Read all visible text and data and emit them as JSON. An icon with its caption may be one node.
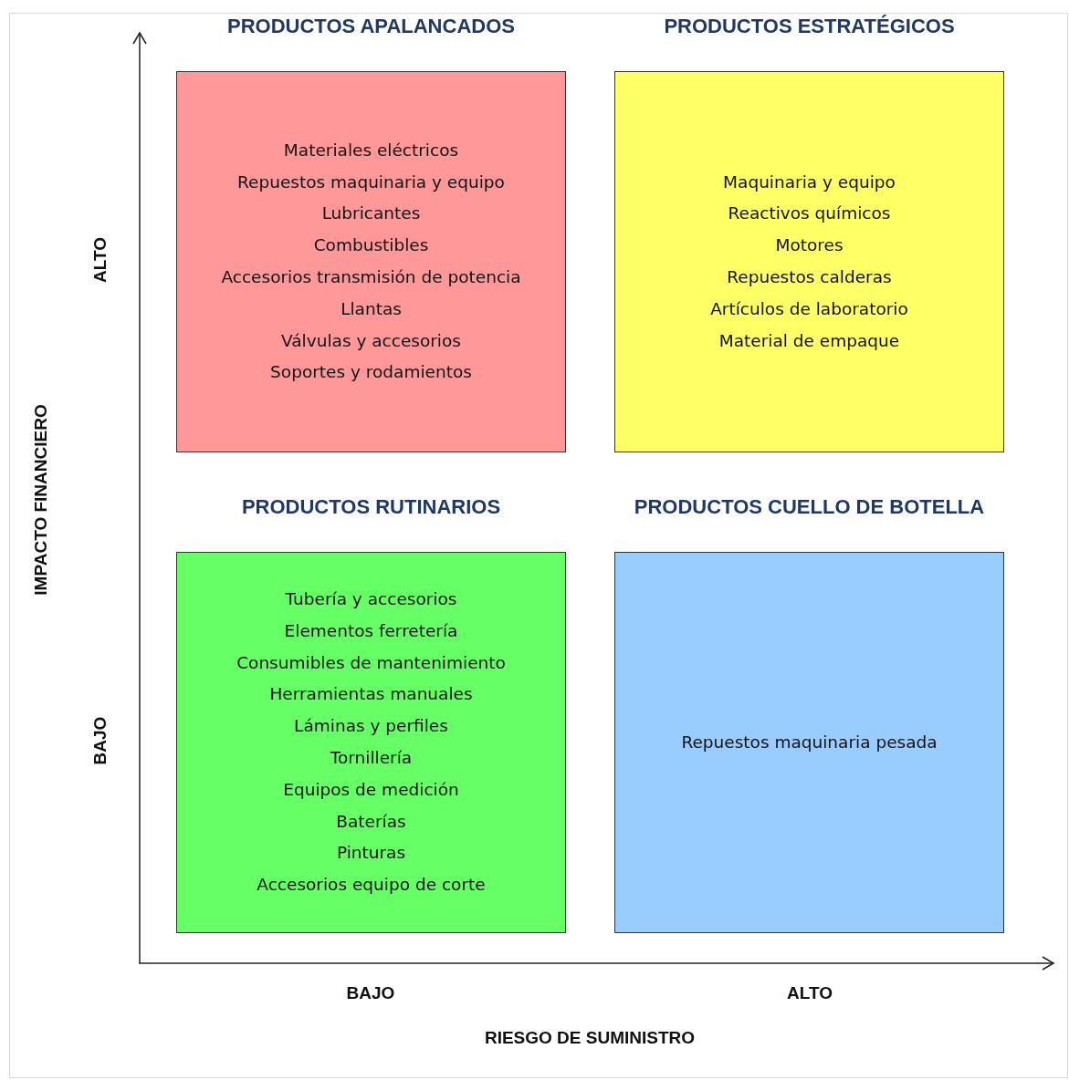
{
  "diagram": {
    "nodes": [
      {
        "text": [
          "PRODUCTOS APALANCADOS",
          "Materiales eléctricos",
          "Repuestos maquinaria y equipo",
          "Lubricantes",
          "Combustibles",
          "Accesorios transmisión de potencia",
          "Llantas",
          "Válvulas y accesorios",
          "Soportes y rodamientos"
        ]
      },
      {
        "text": [
          "PRODUCTOS ESTRATÉGICOS",
          "Maquinaria y equipo",
          "Reactivos químicos",
          "Motores",
          "Repuestos calderas",
          "Artículos de laboratorio",
          "Material de empaque"
        ]
      },
      {
        "text": [
          "PRODUCTOS RUTINARIOS",
          "Tubería y accesorios",
          "Elementos ferretería",
          "Consumibles de mantenimiento",
          "Herramientas manuales",
          "Láminas y perfiles",
          "Tornillería",
          "Equipos de medición",
          "Baterías",
          "Pinturas",
          "Accesorios equipo de corte"
        ]
      },
      {
        "text": [
          "PRODUCTOS CUELLO DE BOTELLA",
          "Repuestos maquinaria pesada"
        ]
      }
    ],
    "labels": [
      "ALTO",
      "IMPACTO FINANCIERO",
      "BAJO",
      "BAJO",
      "ALTO",
      "RIESGO DE SUMINISTRO"
    ]
  }
}
